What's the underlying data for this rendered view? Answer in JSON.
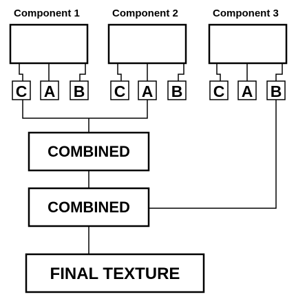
{
  "components": [
    {
      "label": "Component 1",
      "channels": [
        "C",
        "A",
        "B"
      ]
    },
    {
      "label": "Component 2",
      "channels": [
        "C",
        "A",
        "B"
      ]
    },
    {
      "label": "Component 3",
      "channels": [
        "C",
        "A",
        "B"
      ]
    }
  ],
  "combined_1": {
    "label": "COMBINED"
  },
  "combined_2": {
    "label": "COMBINED"
  },
  "final": {
    "label": "FINAL TEXTURE"
  },
  "colors": {
    "stroke": "#000000",
    "fill": "#ffffff",
    "text": "#000000"
  }
}
